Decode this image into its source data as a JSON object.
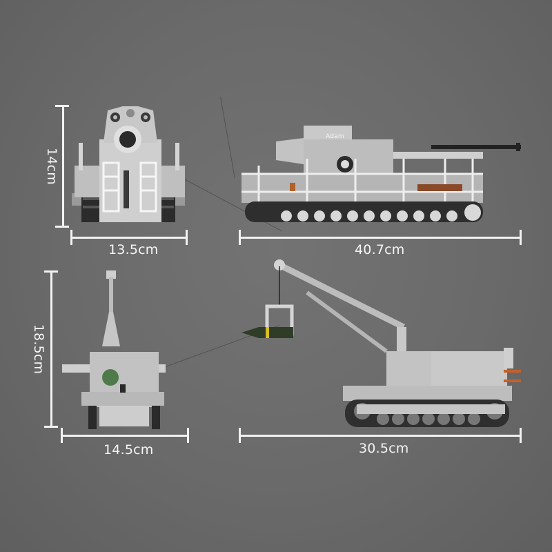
{
  "image": {
    "description": "Product dimension photo of a grey brick-built Karl-Gerät mortar tank set and ammunition crane carrier on a dark grey background",
    "background_color": "#6b6b6b",
    "accent_color": "#f2f2f2"
  },
  "views": [
    {
      "id": "mortar-front",
      "label": "Front view of mortar tank",
      "height_label": "14cm",
      "width_label": "13.5cm"
    },
    {
      "id": "mortar-side",
      "label": "Side view of mortar tank",
      "decal_text": "Adam",
      "width_label": "40.7cm"
    },
    {
      "id": "crane-front",
      "label": "Front view of ammunition crane carrier",
      "height_label": "18.5cm",
      "width_label": "14.5cm"
    },
    {
      "id": "crane-side",
      "label": "Side view of ammunition crane carrier with hanging shell",
      "width_label": "30.5cm"
    }
  ]
}
